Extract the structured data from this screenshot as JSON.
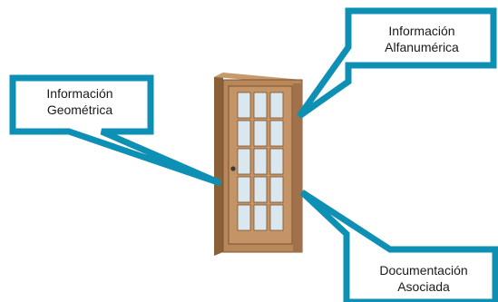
{
  "callouts": {
    "geometric": {
      "line1": "Información",
      "line2": "Geométrica"
    },
    "alphanumeric": {
      "line1": "Información",
      "line2": "Alfanumérica"
    },
    "documentation": {
      "line1": "Documentación",
      "line2": "Asociada"
    }
  },
  "colors": {
    "callout_border": "#0e8fb4",
    "door_frame": "#b8875a",
    "door_frame_dark": "#8a6039",
    "glass": "#dbe7ef"
  }
}
